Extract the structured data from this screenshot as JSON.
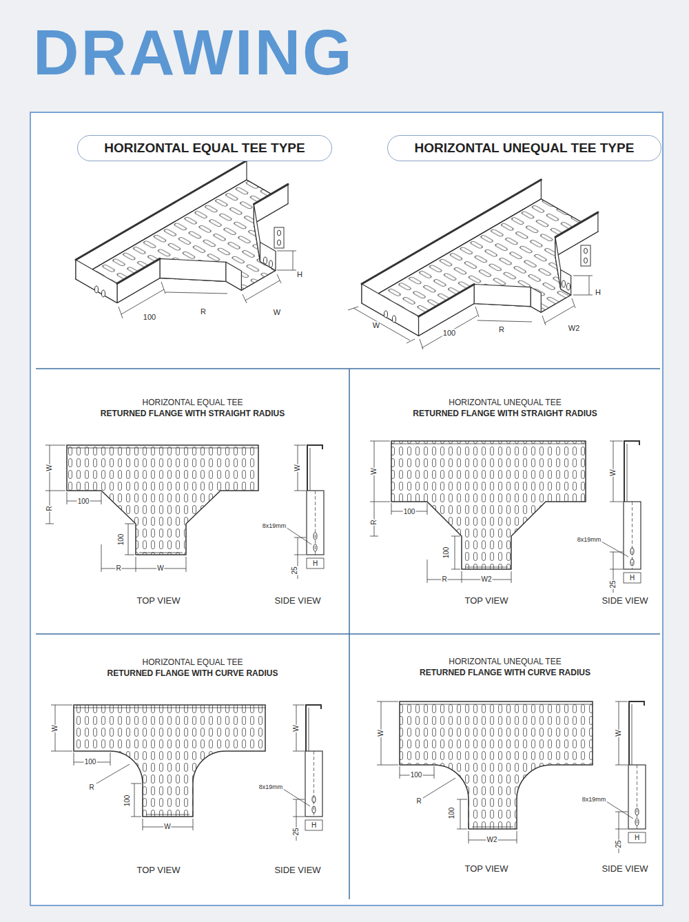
{
  "diagram": {
    "title": "DRAWING",
    "nodes": [
      {
        "text": [
          "HORIZONTAL EQUAL TEE TYPE"
        ]
      },
      {
        "text": [
          "HORIZONTAL UNEQUAL TEE TYPE"
        ]
      },
      {
        "text": [
          "HORIZONTAL EQUAL TEE",
          "RETURNED FLANGE WITH STRAIGHT RADIUS"
        ]
      },
      {
        "text": [
          "HORIZONTAL UNEQUAL TEE",
          "RETURNED FLANGE WITH STRAIGHT RADIUS"
        ]
      },
      {
        "text": [
          "HORIZONTAL EQUAL TEE",
          "RETURNED FLANGE WITH CURVE RADIUS"
        ]
      },
      {
        "text": [
          "HORIZONTAL UNEQUAL TEE",
          "RETURNED FLANGE WITH CURVE RADIUS"
        ]
      }
    ],
    "labels": [
      "H",
      "100",
      "R",
      "W",
      "W",
      "100",
      "R",
      "W2",
      "H",
      "W",
      "R",
      "100",
      "100",
      "R",
      "W",
      "W",
      "8x19mm",
      "25",
      "H",
      "TOP VIEW",
      "SIDE VIEW",
      "W",
      "R",
      "100",
      "100",
      "R",
      "W2",
      "W",
      "8x19mm",
      "25",
      "H",
      "TOP VIEW",
      "SIDE VIEW",
      "W",
      "100",
      "R",
      "100",
      "W",
      "W",
      "8x19mm",
      "25",
      "H",
      "TOP VIEW",
      "SIDE VIEW",
      "W",
      "100",
      "R",
      "100",
      "W2",
      "W",
      "8x19mm",
      "25",
      "H",
      "TOP VIEW",
      "SIDE VIEW"
    ]
  }
}
